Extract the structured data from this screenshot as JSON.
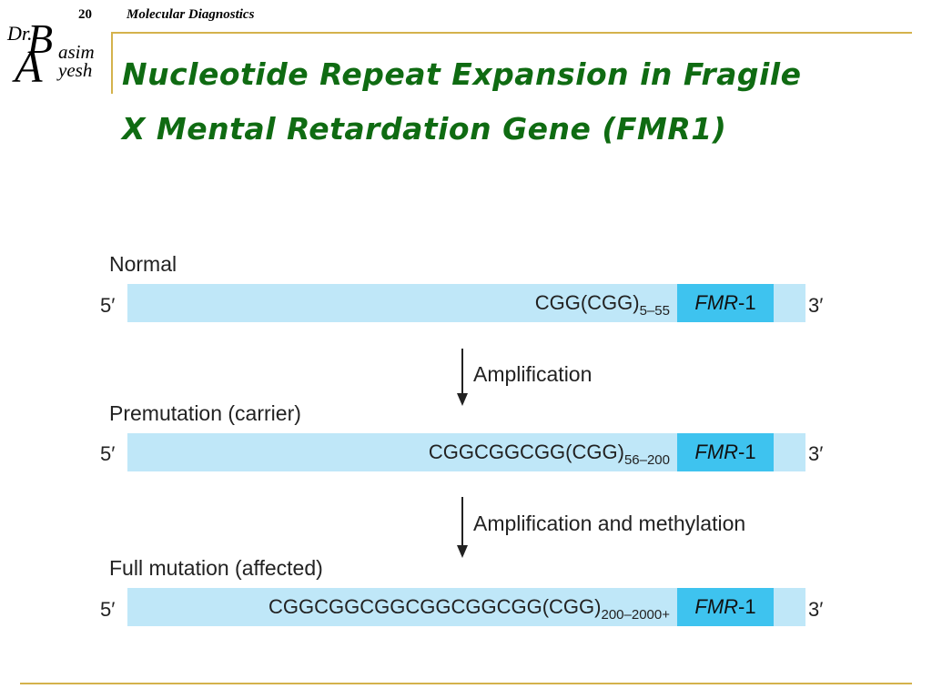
{
  "header": {
    "slide_number": "20",
    "course": "Molecular Diagnostics"
  },
  "logo": {
    "prefix": "Dr.",
    "line1": "asim",
    "line2": "yesh",
    "initials": [
      "B",
      "A"
    ]
  },
  "title": {
    "line1": "Nucleotide Repeat Expansion  in Fragile",
    "line2_pre": "X Mental Retardation Gene (",
    "line2_em": "FMR",
    "line2_post": "1)"
  },
  "diagram": {
    "stages": [
      {
        "label": "Normal",
        "five": "5′",
        "three": "3′",
        "seq": "CGG(CGG)",
        "sub": "5–55",
        "gene_em": "FMR",
        "gene_post": "-1"
      },
      {
        "label": "Premutation (carrier)",
        "five": "5′",
        "three": "3′",
        "seq": "CGGCGGCGG(CGG)",
        "sub": "56–200",
        "gene_em": "FMR",
        "gene_post": "-1"
      },
      {
        "label": "Full mutation (affected)",
        "five": "5′",
        "three": "3′",
        "seq": "CGGCGGCGGCGGCGGCGG(CGG)",
        "sub": "200–2000+",
        "gene_em": "FMR",
        "gene_post": "-1"
      }
    ],
    "steps": [
      {
        "label": "Amplification"
      },
      {
        "label": "Amplification and methylation"
      }
    ]
  },
  "colors": {
    "title": "#0f6b12",
    "rule": "#d4b24c",
    "strand": "#bfe7f8",
    "gene": "#3ec3ef"
  }
}
